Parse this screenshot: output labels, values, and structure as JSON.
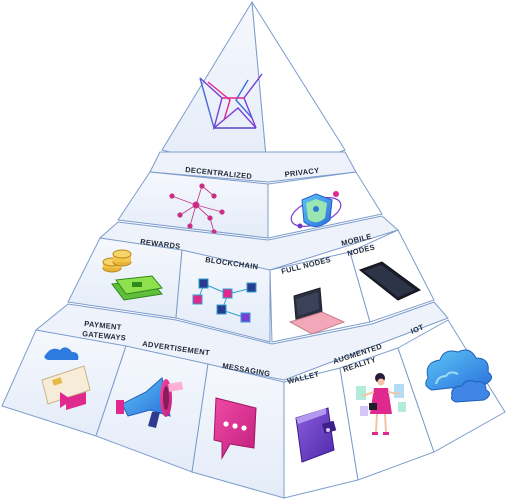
{
  "tiers": {
    "top": {
      "logo_icon": "x-wireframe-logo-icon"
    },
    "tier2": {
      "left_label": "DECENTRALIZED",
      "right_label": "PRIVACY",
      "icons": [
        "network-nodes-icon",
        "shield-privacy-icon"
      ]
    },
    "tier3": {
      "labels": [
        "REWARDS",
        "BLOCKCHAIN",
        "FULL NODES",
        "MOBILE",
        "NODES"
      ],
      "icons": [
        "coins-and-cash-icon",
        "blockchain-blocks-icon",
        "laptop-icon",
        "smartphone-icon"
      ]
    },
    "tier4": {
      "labels": [
        "PAYMENT",
        "GATEWAYS",
        "ADVERTISEMENT",
        "MESSAGING",
        "WALLET",
        "AUGMENTED",
        "REALITY",
        "IOT"
      ],
      "icons": [
        "credit-card-icon",
        "megaphone-icon",
        "chat-bubble-icon",
        "wallet-icon",
        "ar-person-icon",
        "cloud-icon"
      ]
    }
  },
  "colors": {
    "face_fill": "#eef3fb",
    "face_edge": "#7d9ccc",
    "front_fill": "#ffffff",
    "accent_pink": "#e0288f",
    "accent_purple": "#6a3cc9",
    "accent_blue": "#2e7be0",
    "accent_cyan": "#32b7e6"
  }
}
